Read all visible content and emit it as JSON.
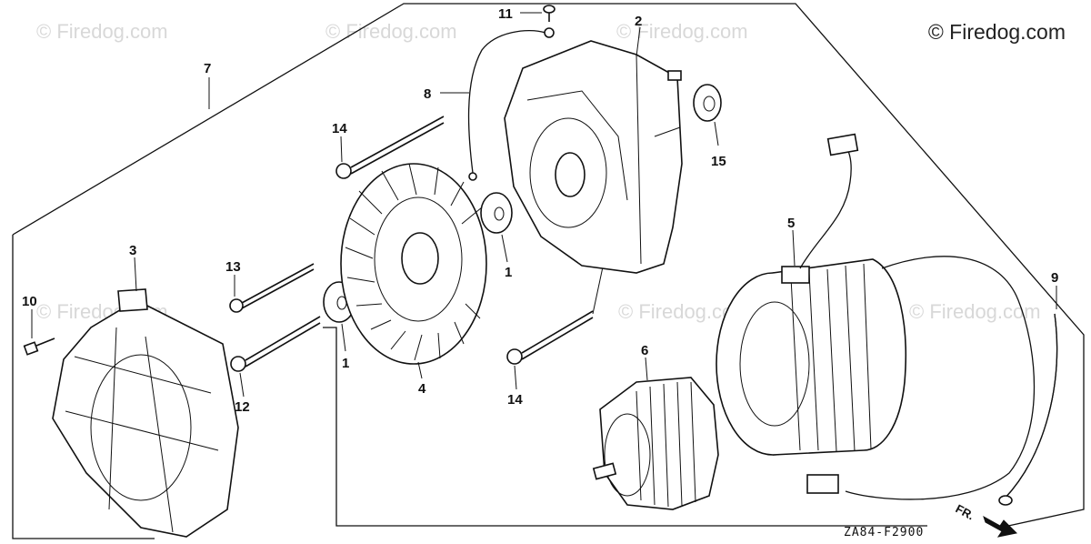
{
  "watermark": "© Firedog.com",
  "copyright": "© Firedog.com",
  "diagram_code": "ZA84-F2900",
  "front_label": "FR.",
  "callouts": {
    "c1a": "1",
    "c1b": "1",
    "c2": "2",
    "c3": "3",
    "c4": "4",
    "c5": "5",
    "c6": "6",
    "c7": "7",
    "c8": "8",
    "c9": "9",
    "c10": "10",
    "c11": "11",
    "c12": "12",
    "c13": "13",
    "c14a": "14",
    "c14b": "14",
    "c15": "15"
  }
}
